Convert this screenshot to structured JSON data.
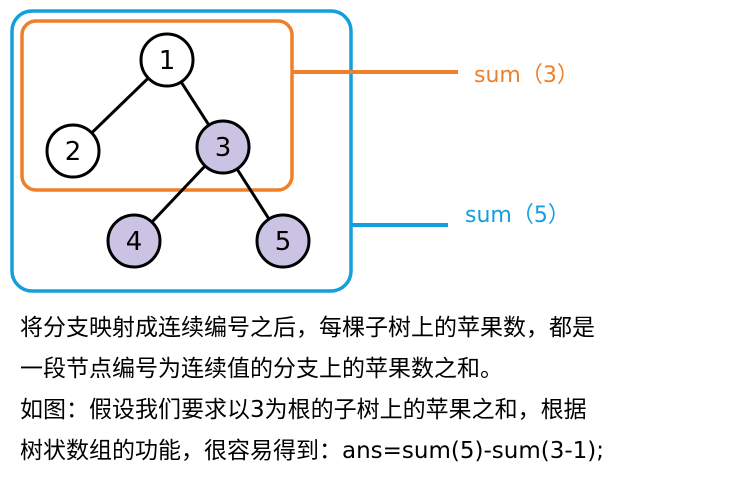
{
  "colors": {
    "orange": "#F07F2A",
    "blue": "#139FDD",
    "node_white": "#FFFFFF",
    "node_purple": "#CBC3E3",
    "stroke": "#000000"
  },
  "tree": {
    "nodes": [
      {
        "id": "1",
        "label": "1",
        "fill": "white"
      },
      {
        "id": "2",
        "label": "2",
        "fill": "white"
      },
      {
        "id": "3",
        "label": "3",
        "fill": "purple"
      },
      {
        "id": "4",
        "label": "4",
        "fill": "purple"
      },
      {
        "id": "5",
        "label": "5",
        "fill": "purple"
      }
    ],
    "edges": [
      {
        "from": "1",
        "to": "2"
      },
      {
        "from": "1",
        "to": "3"
      },
      {
        "from": "3",
        "to": "4"
      },
      {
        "from": "3",
        "to": "5"
      }
    ]
  },
  "labels": {
    "sum3": "sum（3）",
    "sum5": "sum（5）"
  },
  "caption": {
    "lines": [
      "将分支映射成连续编号之后，每棵子树上的苹果数，都是",
      "一段节点编号为连续值的分支上的苹果数之和。",
      "如图：假设我们要求以3为根的子树上的苹果之和，根据",
      "树状数组的功能，很容易得到：ans=sum(5)-sum(3-1);"
    ]
  }
}
